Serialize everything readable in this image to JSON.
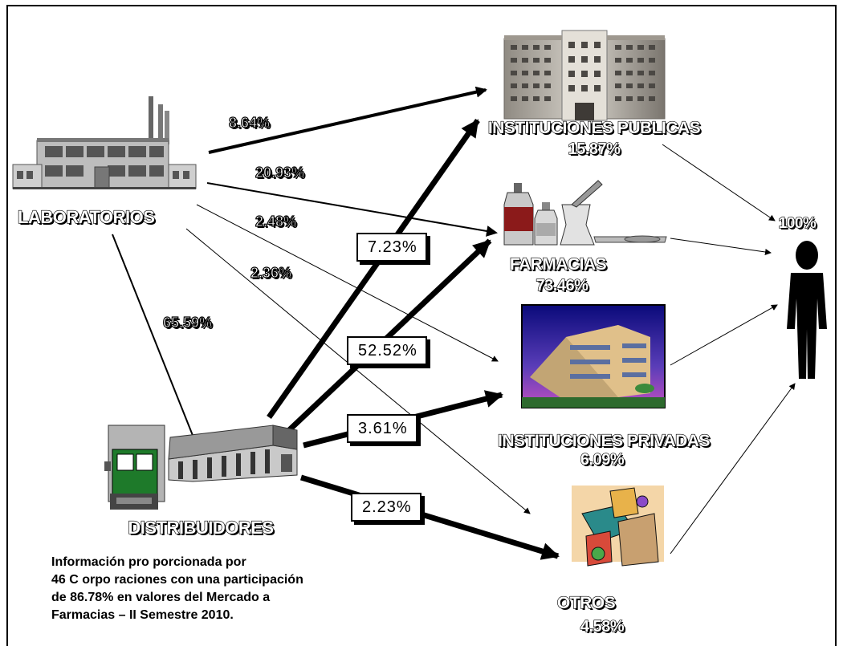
{
  "nodes": {
    "laboratorios": "LABORATORIOS",
    "instituciones_publicas": "INSTITUCIONES PUBLICAS",
    "instituciones_publicas_pct": "15.87%",
    "farmacias": "FARMACIAS",
    "farmacias_pct": "73.46%",
    "instituciones_privadas": "INSTITUCIONES PRIVADAS",
    "instituciones_privadas_pct": "6.09%",
    "distribuidores": "DISTRIBUIDORES",
    "otros": "OTROS",
    "otros_pct": "4.58%",
    "consumidor_pct": "100%"
  },
  "flows_laboratorios": {
    "to_publicas": "8.64%",
    "to_farmacias": "20.93%",
    "to_privadas": "2.48%",
    "to_otros": "2.36%",
    "to_distribuidores": "65.59%"
  },
  "flows_distribuidores": {
    "to_publicas": "7.23%",
    "to_farmacias": "52.52%",
    "to_privadas": "3.61%",
    "to_otros": "2.23%"
  },
  "note": {
    "line1": "Información pro porcionada por",
    "line2": "46 C orpo raciones con una participación",
    "line3": "de 86.78% en valores del Mercado a",
    "line4": "Farmacias – II Semestre 2010."
  }
}
